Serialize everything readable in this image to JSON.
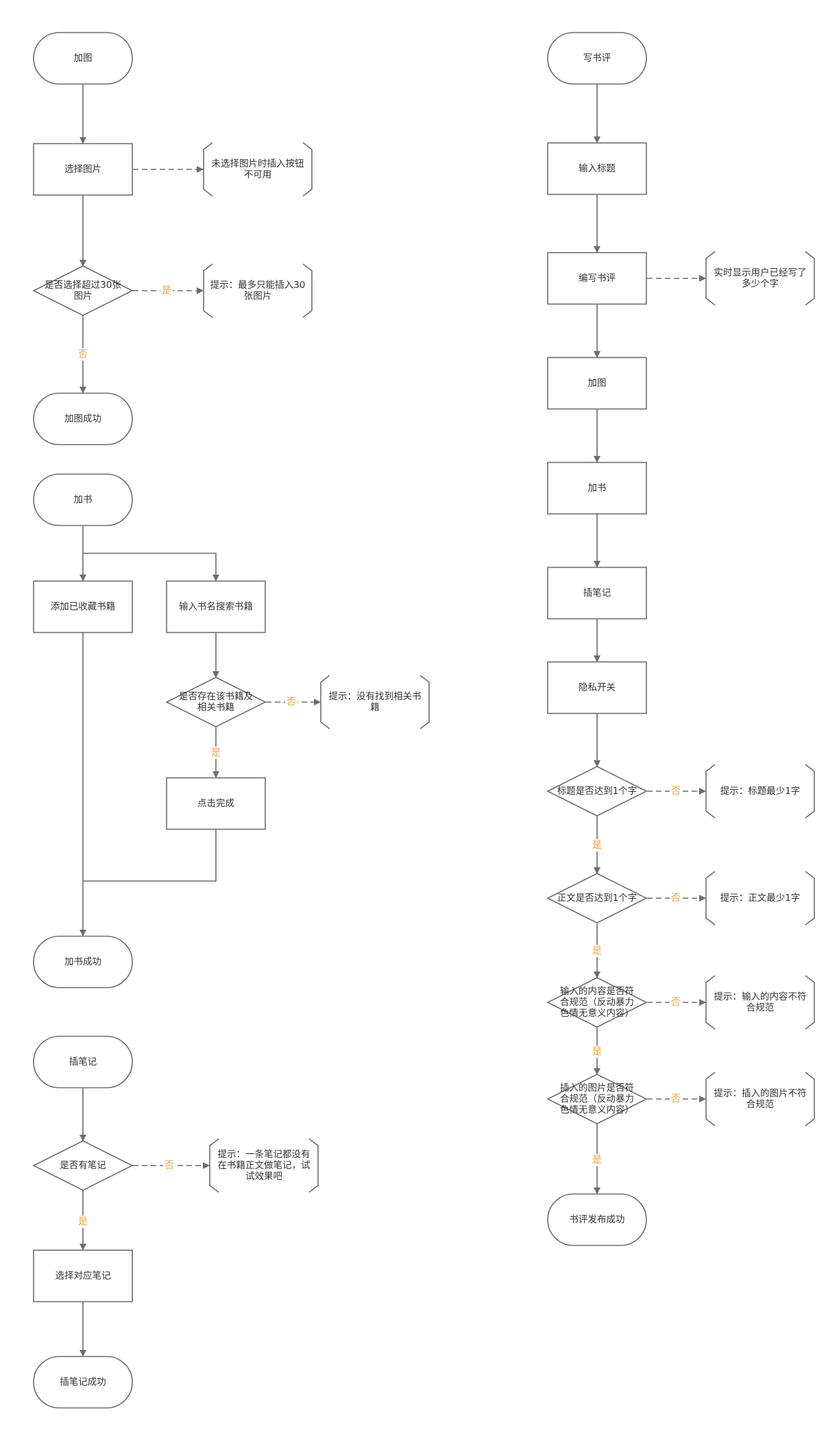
{
  "colors": {
    "stroke": "#6d6d6d",
    "text": "#333333",
    "label": "#f0a33a",
    "fill": "#ffffff"
  },
  "flows": [
    {
      "name": "flow-add-image",
      "nodes": [
        {
          "id": "n_addimg",
          "shape": "terminal",
          "lines": [
            "加图"
          ]
        },
        {
          "id": "n_selimg",
          "shape": "process",
          "lines": [
            "选择图片"
          ]
        },
        {
          "id": "n_hint_img",
          "shape": "bracket",
          "lines": [
            "未选择图片时插入按钮",
            "不可用"
          ]
        },
        {
          "id": "n_over30",
          "shape": "decision",
          "lines": [
            "是否选择超过30张",
            "图片"
          ]
        },
        {
          "id": "n_hint30",
          "shape": "bracket",
          "lines": [
            "提示：最多只能插入30",
            "张图片"
          ]
        },
        {
          "id": "n_imgok",
          "shape": "terminal",
          "lines": [
            "加图成功"
          ]
        }
      ],
      "edges": [
        {
          "from": "n_addimg",
          "to": "n_selimg",
          "style": "solid"
        },
        {
          "from": "n_selimg",
          "to": "n_hint_img",
          "style": "dashed"
        },
        {
          "from": "n_selimg",
          "to": "n_over30",
          "style": "solid"
        },
        {
          "from": "n_over30",
          "to": "n_hint30",
          "style": "dashed",
          "label": "是"
        },
        {
          "from": "n_over30",
          "to": "n_imgok",
          "style": "solid",
          "label": "否"
        }
      ]
    },
    {
      "name": "flow-add-book",
      "nodes": [
        {
          "id": "n_addbook",
          "shape": "terminal",
          "lines": [
            "加书"
          ]
        },
        {
          "id": "n_fav",
          "shape": "process",
          "lines": [
            "添加已收藏书籍"
          ]
        },
        {
          "id": "n_search",
          "shape": "process",
          "lines": [
            "输入书名搜索书籍"
          ]
        },
        {
          "id": "n_exists",
          "shape": "decision",
          "lines": [
            "是否存在该书籍及",
            "相关书籍"
          ]
        },
        {
          "id": "n_hint_nf",
          "shape": "bracket",
          "lines": [
            "提示：没有找到相关书",
            "籍"
          ]
        },
        {
          "id": "n_done",
          "shape": "process",
          "lines": [
            "点击完成"
          ]
        },
        {
          "id": "n_bookok",
          "shape": "terminal",
          "lines": [
            "加书成功"
          ]
        }
      ],
      "edges": [
        {
          "from": "n_addbook",
          "to": "n_fav",
          "style": "solid"
        },
        {
          "from": "n_addbook",
          "to": "n_search",
          "style": "solid"
        },
        {
          "from": "n_search",
          "to": "n_exists",
          "style": "solid"
        },
        {
          "from": "n_exists",
          "to": "n_hint_nf",
          "style": "dashed",
          "label": "否"
        },
        {
          "from": "n_exists",
          "to": "n_done",
          "style": "solid",
          "label": "是"
        },
        {
          "from": "n_fav",
          "to": "n_bookok",
          "style": "solid"
        },
        {
          "from": "n_done",
          "to": "n_bookok",
          "style": "solid"
        }
      ]
    },
    {
      "name": "flow-add-note",
      "nodes": [
        {
          "id": "n_addnote",
          "shape": "terminal",
          "lines": [
            "插笔记"
          ]
        },
        {
          "id": "n_hasnote",
          "shape": "decision",
          "lines": [
            "是否有笔记"
          ]
        },
        {
          "id": "n_hint_note",
          "shape": "bracket",
          "lines": [
            "提示：一条笔记都没有",
            "在书籍正文做笔记，试",
            "试效果吧"
          ]
        },
        {
          "id": "n_selnote",
          "shape": "process",
          "lines": [
            "选择对应笔记"
          ]
        },
        {
          "id": "n_noteok",
          "shape": "terminal",
          "lines": [
            "插笔记成功"
          ]
        }
      ],
      "edges": [
        {
          "from": "n_addnote",
          "to": "n_hasnote",
          "style": "solid"
        },
        {
          "from": "n_hasnote",
          "to": "n_hint_note",
          "style": "dashed",
          "label": "否"
        },
        {
          "from": "n_hasnote",
          "to": "n_selnote",
          "style": "solid",
          "label": "是"
        },
        {
          "from": "n_selnote",
          "to": "n_noteok",
          "style": "solid"
        }
      ]
    },
    {
      "name": "flow-write-review",
      "nodes": [
        {
          "id": "r_start",
          "shape": "terminal",
          "lines": [
            "写书评"
          ]
        },
        {
          "id": "r_title",
          "shape": "process",
          "lines": [
            "输入标题"
          ]
        },
        {
          "id": "r_write",
          "shape": "process",
          "lines": [
            "编写书评"
          ]
        },
        {
          "id": "r_hint_cnt",
          "shape": "bracket",
          "lines": [
            "实时显示用户已经写了",
            "多少个字"
          ]
        },
        {
          "id": "r_img",
          "shape": "process",
          "lines": [
            "加图"
          ]
        },
        {
          "id": "r_book",
          "shape": "process",
          "lines": [
            "加书"
          ]
        },
        {
          "id": "r_note",
          "shape": "process",
          "lines": [
            "插笔记"
          ]
        },
        {
          "id": "r_priv",
          "shape": "process",
          "lines": [
            "隐私开关"
          ]
        },
        {
          "id": "r_d1",
          "shape": "decision",
          "lines": [
            "标题是否达到1个字"
          ]
        },
        {
          "id": "r_h1",
          "shape": "bracket",
          "lines": [
            "提示：标题最少1字"
          ]
        },
        {
          "id": "r_d2",
          "shape": "decision",
          "lines": [
            "正文是否达到1个字"
          ]
        },
        {
          "id": "r_h2",
          "shape": "bracket",
          "lines": [
            "提示：正文最少1字"
          ]
        },
        {
          "id": "r_d3",
          "shape": "decision",
          "lines": [
            "输入的内容是否符",
            "合规范（反动暴力",
            "色情无意义内容）"
          ]
        },
        {
          "id": "r_h3",
          "shape": "bracket",
          "lines": [
            "提示：输入的内容不符",
            "合规范"
          ]
        },
        {
          "id": "r_d4",
          "shape": "decision",
          "lines": [
            "插入的图片是否符",
            "合规范（反动暴力",
            "色情无意义内容）"
          ]
        },
        {
          "id": "r_h4",
          "shape": "bracket",
          "lines": [
            "提示：插入的图片不符",
            "合规范"
          ]
        },
        {
          "id": "r_ok",
          "shape": "terminal",
          "lines": [
            "书评发布成功"
          ]
        }
      ],
      "edges": [
        {
          "from": "r_start",
          "to": "r_title",
          "style": "solid"
        },
        {
          "from": "r_title",
          "to": "r_write",
          "style": "solid"
        },
        {
          "from": "r_write",
          "to": "r_hint_cnt",
          "style": "dashed"
        },
        {
          "from": "r_write",
          "to": "r_img",
          "style": "solid"
        },
        {
          "from": "r_img",
          "to": "r_book",
          "style": "solid"
        },
        {
          "from": "r_book",
          "to": "r_note",
          "style": "solid"
        },
        {
          "from": "r_note",
          "to": "r_priv",
          "style": "solid"
        },
        {
          "from": "r_priv",
          "to": "r_d1",
          "style": "solid"
        },
        {
          "from": "r_d1",
          "to": "r_h1",
          "style": "dashed",
          "label": "否"
        },
        {
          "from": "r_d1",
          "to": "r_d2",
          "style": "solid",
          "label": "是"
        },
        {
          "from": "r_d2",
          "to": "r_h2",
          "style": "dashed",
          "label": "否"
        },
        {
          "from": "r_d2",
          "to": "r_d3",
          "style": "solid",
          "label": "是"
        },
        {
          "from": "r_d3",
          "to": "r_h3",
          "style": "dashed",
          "label": "否"
        },
        {
          "from": "r_d3",
          "to": "r_d4",
          "style": "solid",
          "label": "是"
        },
        {
          "from": "r_d4",
          "to": "r_h4",
          "style": "dashed",
          "label": "否"
        },
        {
          "from": "r_d4",
          "to": "r_ok",
          "style": "solid",
          "label": "是"
        }
      ]
    }
  ]
}
